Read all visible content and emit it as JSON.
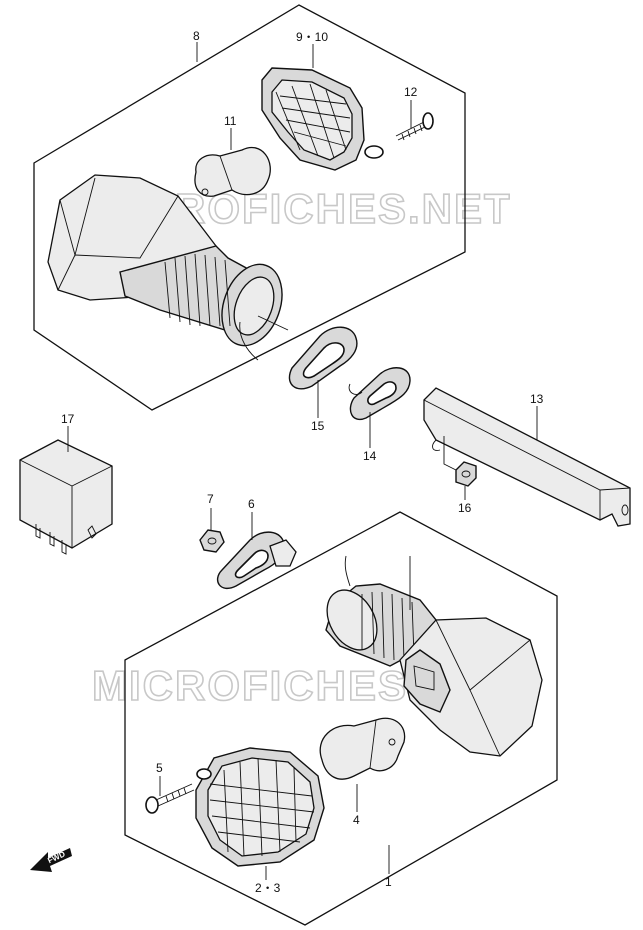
{
  "watermark": "MICROFICHES.NET",
  "fwd_label": "FWD",
  "callouts": {
    "c1": "1",
    "c2_3": "2・3",
    "c4": "4",
    "c5": "5",
    "c6": "6",
    "c7": "7",
    "c8": "8",
    "c9_10": "9・10",
    "c11": "11",
    "c12": "12",
    "c13": "13",
    "c14": "14",
    "c15": "15",
    "c16": "16",
    "c17": "17"
  }
}
